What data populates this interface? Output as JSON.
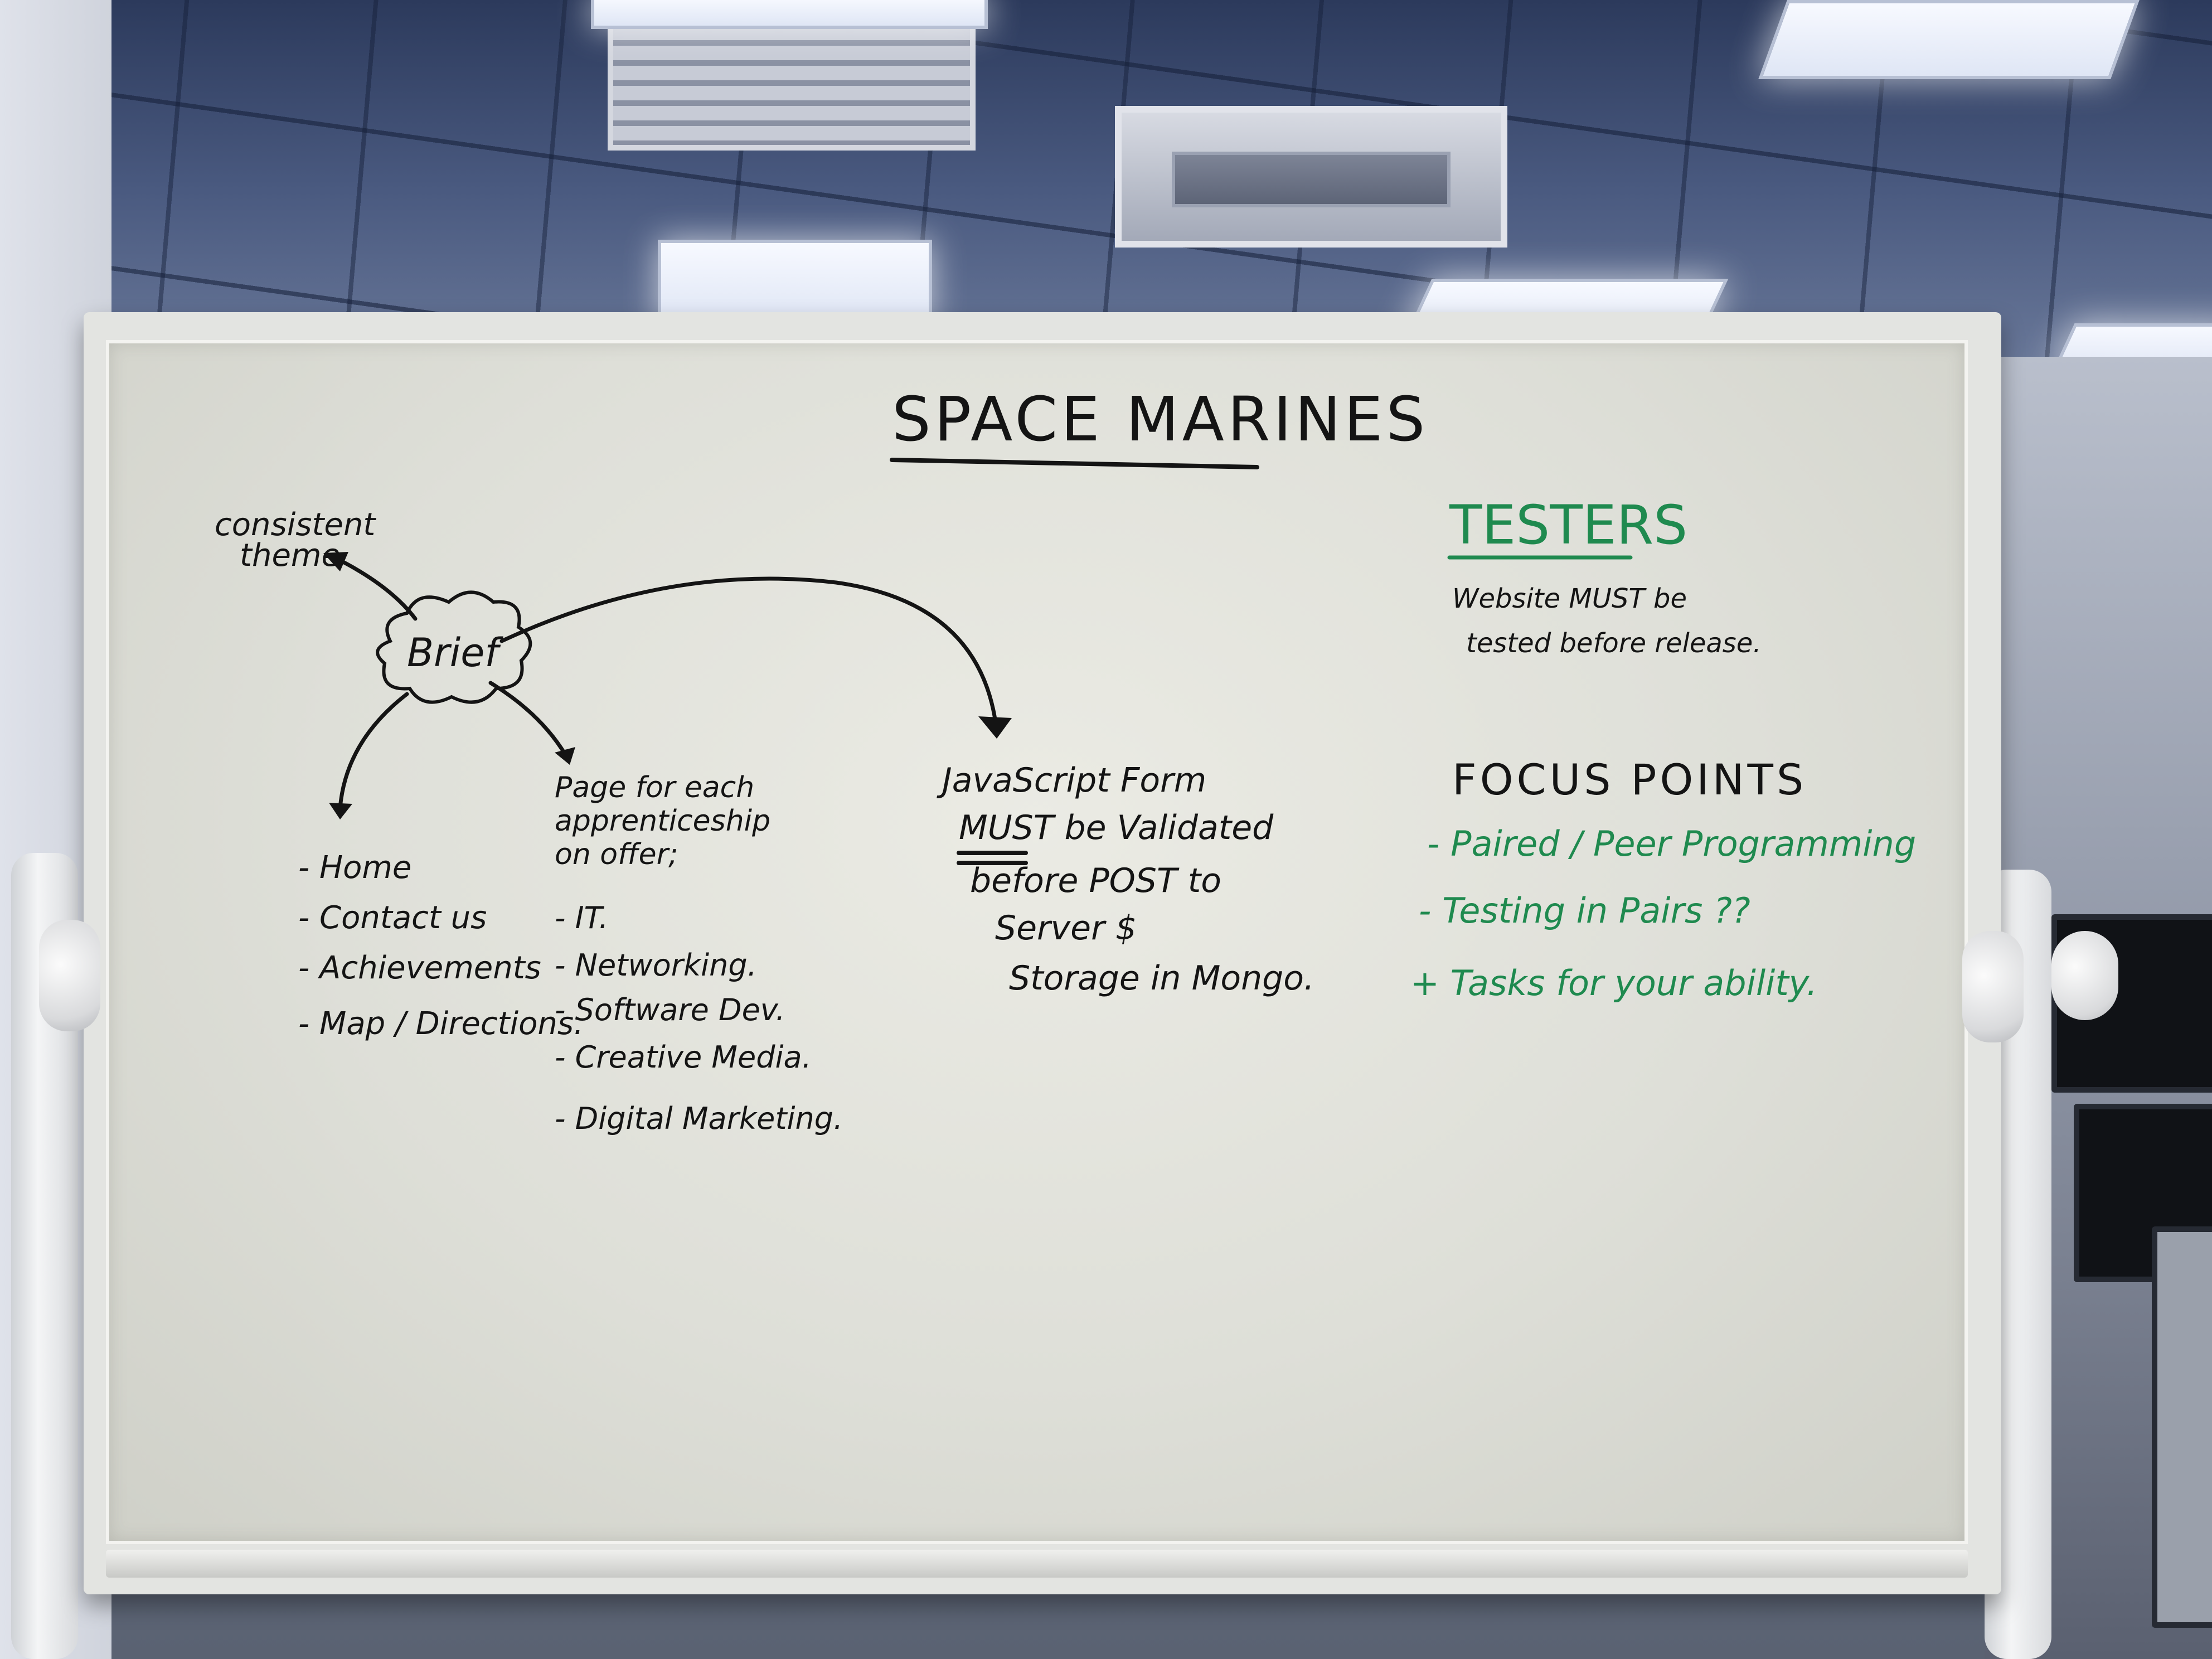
{
  "whiteboard": {
    "title": "SPACE MARINES",
    "center_node": "Brief",
    "theme_note": [
      "consistent",
      "theme"
    ],
    "pages_list": [
      "- Home",
      "- Contact us",
      "- Achievements",
      "- Map / Directions."
    ],
    "apprenticeship_heading": [
      "Page for each",
      "apprenticeship",
      "on offer;"
    ],
    "apprenticeship_list": [
      "- IT.",
      "- Networking.",
      "- Software Dev.",
      "- Creative Media.",
      "- Digital Marketing."
    ],
    "javascript_note": [
      "JavaScript Form",
      "MUST be Validated",
      "before POST to",
      "Server $",
      "Storage in Mongo."
    ],
    "testers": {
      "heading": "TESTERS",
      "lines": [
        "Website MUST be",
        "tested before release."
      ]
    },
    "focus_points": {
      "heading": "FOCUS POINTS",
      "items": [
        "- Paired / Peer Programming",
        "- Testing in Pairs ??",
        "+ Tasks for your ability."
      ]
    }
  },
  "colors": {
    "ink_black": "#141414",
    "ink_green": "#1f8a4f",
    "board": "#e3e4e1"
  }
}
